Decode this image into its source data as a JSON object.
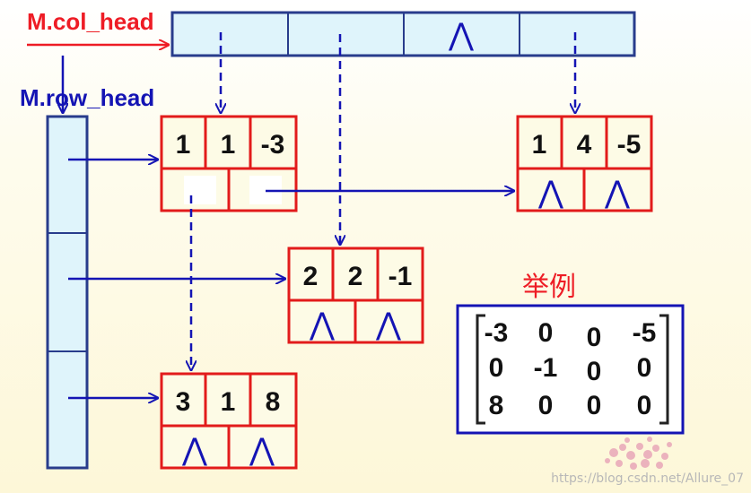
{
  "labels": {
    "col_head": "M.col_head",
    "row_head": "M.row_head"
  },
  "null_symbol": "⋀",
  "col_head_cells": [
    "",
    "",
    "⋀",
    ""
  ],
  "nodes": [
    {
      "id": "n11",
      "row": "1",
      "col": "1",
      "val": "-3",
      "right": "",
      "down": ""
    },
    {
      "id": "n14",
      "row": "1",
      "col": "4",
      "val": "-5",
      "right": "⋀",
      "down": "⋀"
    },
    {
      "id": "n22",
      "row": "2",
      "col": "2",
      "val": "-1",
      "right": "⋀",
      "down": "⋀"
    },
    {
      "id": "n31",
      "row": "3",
      "col": "1",
      "val": "8",
      "right": "⋀",
      "down": "⋀"
    }
  ],
  "example": {
    "title": "举例",
    "matrix": [
      [
        "-3",
        "0",
        "0",
        "-5"
      ],
      [
        "0",
        "-1",
        "0",
        "0"
      ],
      [
        "8",
        "0",
        "0",
        "0"
      ]
    ]
  },
  "watermark": "https://blog.csdn.net/Allure_07",
  "colors": {
    "node_border": "#e21b1b",
    "head_fill": "#dff4fb",
    "head_border": "#283c8c",
    "arrow_blue": "#1414b4",
    "arrow_red": "#ee1c25"
  }
}
